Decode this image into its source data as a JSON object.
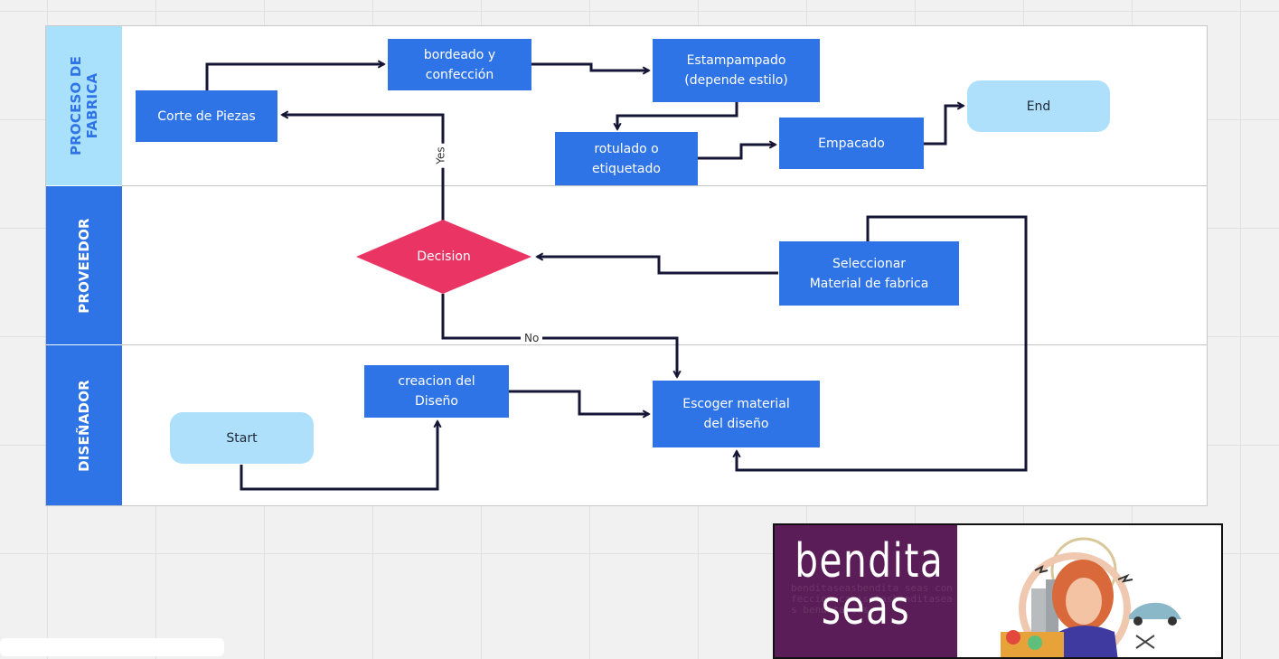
{
  "lanes": [
    {
      "label": "PROCESO DE FABRICA",
      "label_lines": [
        "PROCESO DE",
        "FABRICA"
      ],
      "bg": "#a9e0fb",
      "text": "#2f74e6"
    },
    {
      "label": "PROVEEDOR",
      "label_lines": [
        "PROVEEDOR"
      ],
      "bg": "#2f74e6",
      "text": "#ffffff"
    },
    {
      "label": "DISEÑADOR",
      "label_lines": [
        "DISEÑADOR"
      ],
      "bg": "#2f74e6",
      "text": "#ffffff"
    }
  ],
  "nodes": {
    "bordeado": {
      "line1": "bordeado y",
      "line2": "confección"
    },
    "estampado": {
      "line1": "Estampampado",
      "line2": "(depende estilo)"
    },
    "corte": {
      "line1": "Corte de Piezas"
    },
    "rotulado": {
      "line1": "rotulado o",
      "line2": "etiquetado"
    },
    "empacado": {
      "line1": "Empacado"
    },
    "end": {
      "line1": "End"
    },
    "decision": {
      "line1": "Decision"
    },
    "seleccionar": {
      "line1": "Seleccionar",
      "line2": "Material de fabrica"
    },
    "creacion": {
      "line1": "creacion del",
      "line2": "Diseño"
    },
    "escoger": {
      "line1": "Escoger material",
      "line2": "del diseño"
    },
    "start": {
      "line1": "Start"
    }
  },
  "edge_labels": {
    "yes": "Yes",
    "no": "No"
  },
  "logo": {
    "word_top": "bendita",
    "word_bottom": "seas",
    "background_text": "benditaseasbendita seas confeccion camisetasbenditaseas benditaseas"
  },
  "colors": {
    "process_box": "#2f74e6",
    "terminal": "#aee0fb",
    "decision": "#ea3463",
    "connector": "#151536",
    "logo_purple": "#5a1d57"
  }
}
